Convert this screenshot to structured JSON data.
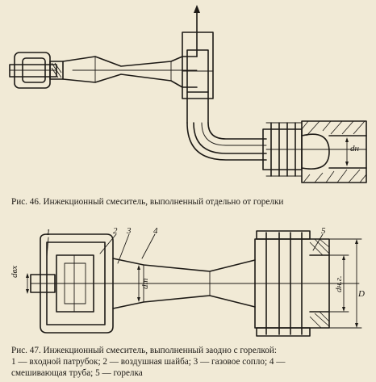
{
  "figure1": {
    "caption": "Рис. 46. Инжекционный смеситель, выполненный отдельно от горелки",
    "labels": {
      "nozzle_diameter": "dн"
    }
  },
  "figure2": {
    "caption_line1": "Рис. 47. Инжекционный смеситель, выполненный заодно с горелкой:",
    "caption_line2": "1 — входной патрубок; 2 — воздушная шайба; 3 — газовое сопло; 4 —",
    "caption_line3": "смешивающая труба; 5 — горелка",
    "callouts": [
      "1",
      "2",
      "3",
      "4",
      "5"
    ],
    "dimensions": {
      "inlet": "dвх",
      "throat": "dт",
      "burner": "dн.г.",
      "outer": "D"
    }
  }
}
